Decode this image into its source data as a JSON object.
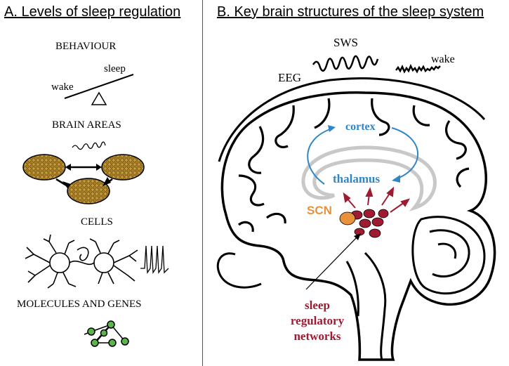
{
  "panel_a": {
    "title": "A. Levels of sleep regulation",
    "behaviour": "BEHAVIOUR",
    "sleep": "sleep",
    "wake": "wake",
    "brain_areas": "BRAIN AREAS",
    "cells": "CELLS",
    "molecules": "MOLECULES AND GENES"
  },
  "panel_b": {
    "title": "B. Key brain structures of the sleep system",
    "sws": "SWS",
    "wake": "wake",
    "eeg": "EEG",
    "cortex": "cortex",
    "thalamus": "thalamus",
    "scn": "SCN",
    "network_line1": "sleep",
    "network_line2": "regulatory",
    "network_line3": "networks"
  },
  "colors": {
    "cortex_blue": "#2f86c6",
    "scn_orange": "#e9913a",
    "network_red": "#9e1b32",
    "molecule_green": "#5bb548",
    "brain_area_fill": "#b8902e"
  }
}
